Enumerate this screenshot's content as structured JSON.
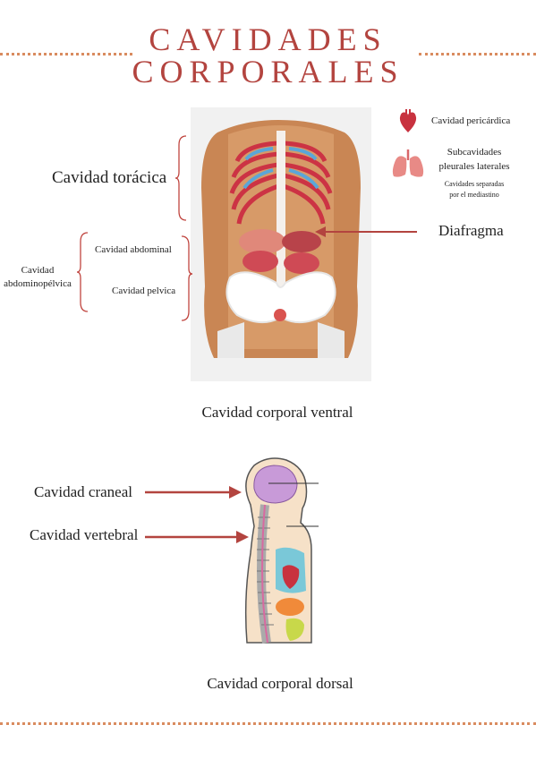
{
  "header": {
    "title_line1": "CAVIDADES",
    "title_line2": "CORPORALES"
  },
  "ventral": {
    "caption": "Cavidad corporal ventral",
    "toracica": "Cavidad torácica",
    "abdominopelvica_line1": "Cavidad",
    "abdominopelvica_line2": "abdominopélvica",
    "abdominal": "Cavidad abdominal",
    "pelvica": "Cavidad pelvica",
    "diafragma": "Diafragma",
    "legend": {
      "pericardica": "Cavidad pericárdica",
      "pleurales_line1": "Subcavidades",
      "pleurales_line2": "pleurales laterales",
      "mediastino_line1": "Cavidades separadas",
      "mediastino_line2": "por el mediastino"
    }
  },
  "dorsal": {
    "caption": "Cavidad corporal dorsal",
    "craneal": "Cavidad craneal",
    "vertebral": "Cavidad vertebral"
  },
  "colors": {
    "accent": "#b3443f",
    "dots": "#d98b5f",
    "skin": "#c98654",
    "bracket": "#c0453f"
  },
  "icons": {
    "heart": "heart-icon",
    "lungs": "lungs-icon"
  }
}
